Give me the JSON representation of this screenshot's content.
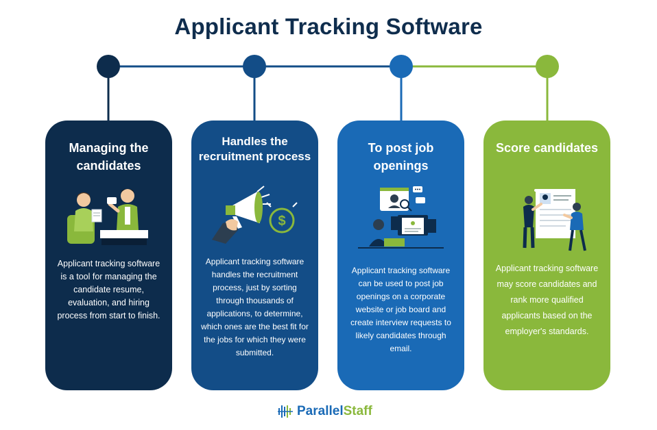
{
  "title": "Applicant Tracking Software",
  "colors": {
    "dark_navy": "#0d2c4c",
    "navy": "#134d87",
    "blue": "#1a6ab6",
    "green": "#8ab83c"
  },
  "steps": [
    {
      "heading": "Managing the candidates",
      "icon": "interview-illustration-icon",
      "description": "Applicant tracking software is a tool for managing the candidate resume, evaluation, and hiring process from start to finish."
    },
    {
      "heading": "Handles the recruitment process",
      "icon": "megaphone-dollar-icon",
      "description": "Applicant tracking software handles the recruitment process, just by sorting through thousands of applications, to determine, which ones are the best fit for the jobs for which they were submitted."
    },
    {
      "heading": "To post job openings",
      "icon": "job-posting-icon",
      "description": "Applicant tracking software can be used to post job openings on a corporate website or job board and create interview requests to likely candidates through email."
    },
    {
      "heading": "Score candidates",
      "icon": "score-candidates-icon",
      "description": "Applicant tracking software may score candidates and rank more qualified applicants based on the employer's standards."
    }
  ],
  "logo": {
    "part1": "Parallel",
    "part2": "Staff"
  }
}
